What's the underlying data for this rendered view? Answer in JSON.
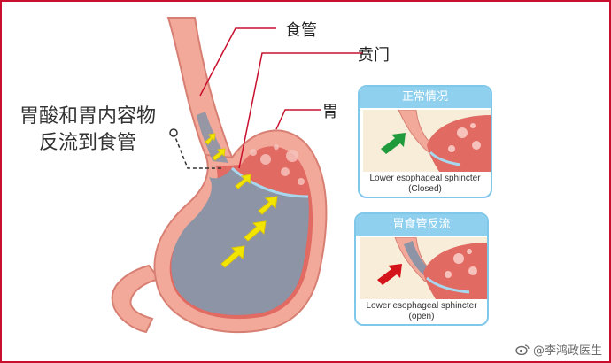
{
  "labels": {
    "esophagus": "食管",
    "cardia": "贲门",
    "stomach": "胃",
    "reflux_line1": "胃酸和胃内容物",
    "reflux_line2": "反流到食管"
  },
  "panels": [
    {
      "title": "正常情况",
      "caption_line1": "Lower esophageal sphincter",
      "caption_line2": "(Closed)",
      "arrow_color": "#1f9a3c"
    },
    {
      "title": "胃食管反流",
      "caption_line1": "Lower esophageal sphincter",
      "caption_line2": "(open)",
      "arrow_color": "#d3141b"
    }
  ],
  "watermark": {
    "text": "@李鸿政医生"
  },
  "colors": {
    "border": "#c8102e",
    "stomach_wall": "#f2a99a",
    "stomach_inner": "#e16a63",
    "acid": "#8c94a6",
    "reflux_arrow": "#f2e600",
    "panel_header": "#8fd0ef"
  }
}
